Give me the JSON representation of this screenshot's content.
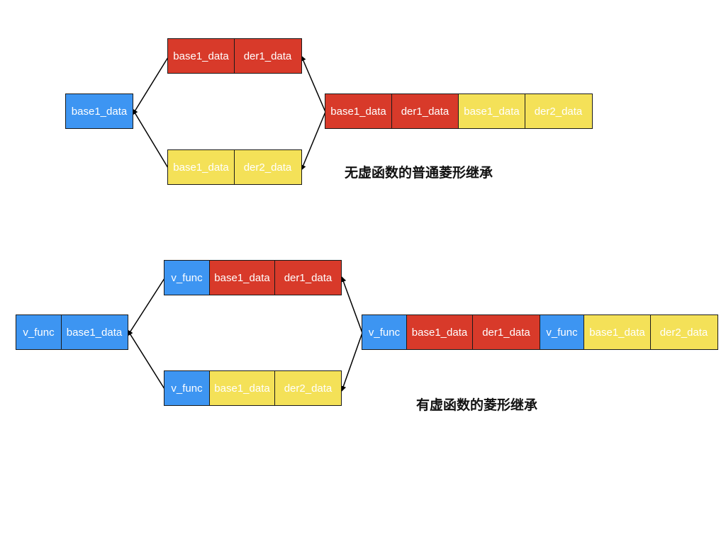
{
  "colors": {
    "blue": "#3d95f2",
    "red": "#d83a2a",
    "yellow": "#f4e158",
    "border": "#1a1a1a"
  },
  "diagram1": {
    "title": "无虚函数的普通菱形继承",
    "base": [
      "base1_data"
    ],
    "der1": [
      "base1_data",
      "der1_data"
    ],
    "der2": [
      "base1_data",
      "der2_data"
    ],
    "final": [
      "base1_data",
      "der1_data",
      "base1_data",
      "der2_data"
    ]
  },
  "diagram2": {
    "title": "有虚函数的菱形继承",
    "base": [
      "v_func",
      "base1_data"
    ],
    "der1": [
      "v_func",
      "base1_data",
      "der1_data"
    ],
    "der2": [
      "v_func",
      "base1_data",
      "der2_data"
    ],
    "final": [
      "v_func",
      "base1_data",
      "der1_data",
      "v_func",
      "base1_data",
      "der2_data"
    ]
  }
}
